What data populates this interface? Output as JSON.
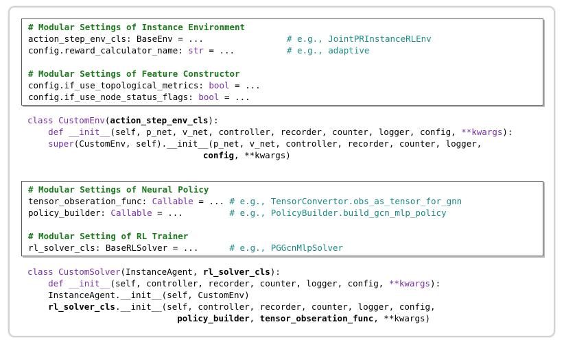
{
  "box1": {
    "heading1": "# Modular Settings of Instance Environment",
    "l1_name": "action_step_env_cls: BaseEnv = ...",
    "l1_comment": "# e.g., JointPRInstanceRLEnv",
    "l2_name": "config.reward_calculator_name: ",
    "l2_type": "str",
    "l2_rest": " = ...",
    "l2_comment": "# e.g., adaptive",
    "heading2": "# Modular Settings of Feature Constructor",
    "l3_name": "config.if_use_topological_metrics: ",
    "l3_type": "bool",
    "l3_rest": " = ...",
    "l4_name": "config.if_use_node_status_flags: ",
    "l4_type": "bool",
    "l4_rest": " = ..."
  },
  "env_class": {
    "l1_kw": "class ",
    "l1_name": "CustomEnv",
    "l1_open": "(",
    "l1_base": "action_step_env_cls",
    "l1_close": "):",
    "l2_indent": "    ",
    "l2_def": "def ",
    "l2_fn": "__init__",
    "l2_args": "(self, p_net, v_net, controller, recorder, counter, logger, config, ",
    "l2_kwargs": "**kwargs",
    "l2_close": "):",
    "l3_indent": "    ",
    "l3_super": "super",
    "l3_rest": "(CustomEnv, self).__init__(p_net, v_net, controller, recorder, counter, logger,",
    "l4_indent": "                                  ",
    "l4_bold": "config",
    "l4_rest": ", **kwargs)"
  },
  "box2": {
    "heading1": "# Modular Settings of Neural Policy",
    "l1_name": "tensor_obseration_func: ",
    "l1_type": "Callable",
    "l1_rest": " = ... ",
    "l1_comment": "# e.g., TensorConvertor.obs_as_tensor_for_gnn",
    "l2_name": "policy_builder: ",
    "l2_type": "Callable",
    "l2_rest": " = ...         ",
    "l2_comment": "# e.g., PolicyBuilder.build_gcn_mlp_policy",
    "heading2": "# Modular Setting of RL Trainer",
    "l3_name": "rl_solver_cls: BaseRLSolver = ...      ",
    "l3_comment": "# e.g., PGGcnMlpSolver"
  },
  "solver_class": {
    "l1_kw": "class ",
    "l1_name": "CustomSolver",
    "l1_open": "(InstanceAgent, ",
    "l1_base": "rl_solver_cls",
    "l1_close": "):",
    "l2_indent": "    ",
    "l2_def": "def ",
    "l2_fn": "__init__",
    "l2_args": "(self, controller, recorder, counter, logger, config, ",
    "l2_kwargs": "**kwargs",
    "l2_close": "):",
    "l3": "    InstanceAgent.__init__(self, CustomEnv)",
    "l4_indent": "    ",
    "l4_bold": "rl_solver_cls",
    "l4_rest": ".__init__(self, controller, recorder, counter, logger, config,",
    "l5_indent": "                             ",
    "l5_bold1": "policy_builder",
    "l5_sep": ", ",
    "l5_bold2": "tensor_obseration_func",
    "l5_rest": ", **kwargs)"
  },
  "colors": {
    "comment_heading": "#1a7a1a",
    "example_comment": "#178a86",
    "keyword": "#7b2fa8"
  }
}
